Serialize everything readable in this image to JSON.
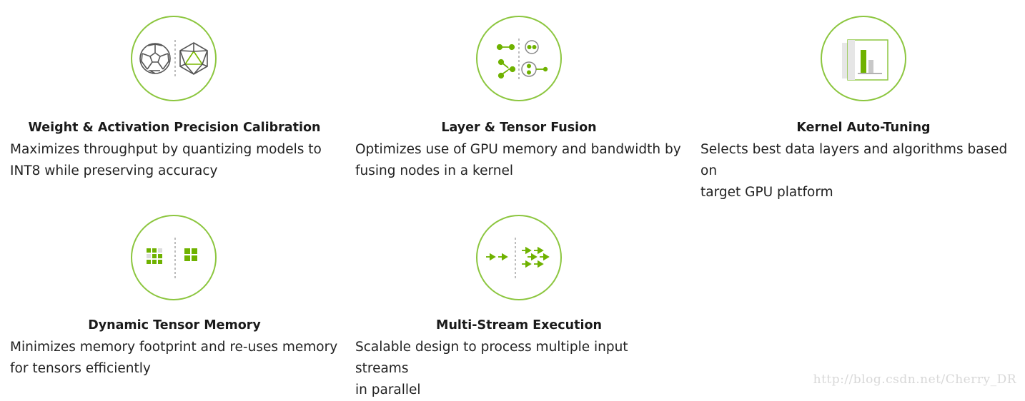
{
  "accent_color": "#76b900",
  "ring_color": "#8cc63f",
  "features": [
    {
      "icon": "polyhedra-icon",
      "title": "Weight & Activation Precision Calibration",
      "desc_line1": "Maximizes throughput by quantizing models to",
      "desc_line2": "INT8 while preserving accuracy"
    },
    {
      "icon": "node-fusion-icon",
      "title": "Layer & Tensor Fusion",
      "desc_line1": "Optimizes use of GPU memory and bandwidth by",
      "desc_line2": "fusing nodes in a kernel"
    },
    {
      "icon": "bar-chart-icon",
      "title": "Kernel Auto-Tuning",
      "desc_line1": "Selects best data layers and algorithms based on",
      "desc_line2": "target GPU platform"
    },
    {
      "icon": "memory-grid-icon",
      "title": "Dynamic Tensor Memory",
      "desc_line1": "Minimizes memory footprint and re-uses memory",
      "desc_line2": "for tensors efficiently"
    },
    {
      "icon": "stream-arrows-icon",
      "title": "Multi-Stream Execution",
      "desc_line1": "Scalable design to process multiple input streams",
      "desc_line2": "in parallel"
    }
  ],
  "watermark": "http://blog.csdn.net/Cherry_DR"
}
